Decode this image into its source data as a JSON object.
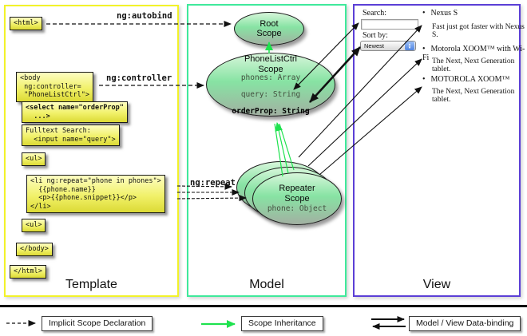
{
  "columns": {
    "template": {
      "label": "Template"
    },
    "model": {
      "label": "Model"
    },
    "view": {
      "label": "View"
    }
  },
  "template_boxes": {
    "html_open": "<html>",
    "body_open": "<body\n ng:controller=\n \"PhoneListCtrl\">",
    "select": "<select name=\"orderProp\"\n  ...>",
    "fulltext": "Fulltext Search:\n  <input name=\"query\">",
    "ul_open": "<ul>",
    "li_repeat": "<li ng:repeat=\"phone in phones\">\n  {{phone.name}}\n  <p>{{phone.snippet}}</p>\n</li>",
    "ul_close": "<ul>",
    "body_close": "</body>",
    "html_close": "</html>"
  },
  "annotations": {
    "autobind": "ng:autobind",
    "controller": "ng:controller",
    "repeat": "ng:repeat"
  },
  "model": {
    "root_scope": {
      "title": "Root\nScope"
    },
    "phone_list_ctrl": {
      "title": "PhoneListCtrl\nScope",
      "prop_phones": "phones: Array",
      "prop_query": "query: String",
      "prop_order": "orderProp: String"
    },
    "repeater": {
      "title": "Repeater\nScope",
      "prop_phone": "phone: Object"
    }
  },
  "view": {
    "search_label": "Search:",
    "sort_label": "Sort by:",
    "sort_value": "Newest",
    "items": [
      {
        "title": "Nexus S",
        "desc": "Fast just got faster with Nexus S."
      },
      {
        "title": "Motorola XOOM™ with Wi-Fi",
        "desc": "The Next, Next Generation tablet."
      },
      {
        "title": "MOTOROLA XOOM™",
        "desc": "The Next, Next Generation tablet."
      }
    ]
  },
  "legend": {
    "implicit": "Implicit Scope Declaration",
    "inheritance": "Scope Inheritance",
    "binding": "Model / View Data-binding"
  },
  "colors": {
    "template_border": "#f2f22a",
    "model_border": "#3fe99b",
    "view_border": "#5b3fd6",
    "code_box_yellow": "#f1f16a",
    "scope_green": "#87e3a3",
    "inheritance_green": "#1ee24e",
    "arrow_black": "#111111"
  }
}
